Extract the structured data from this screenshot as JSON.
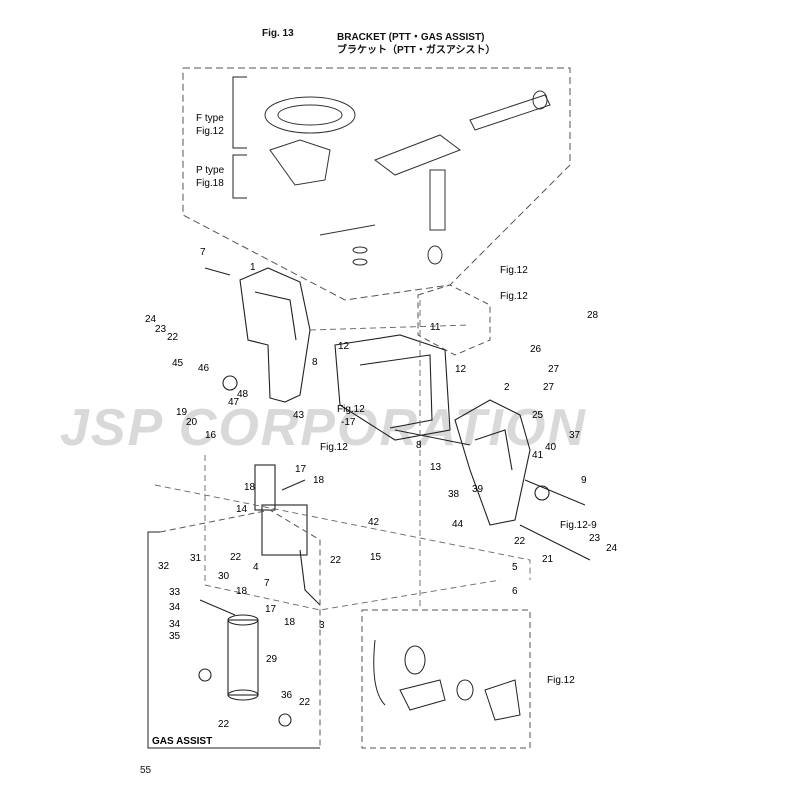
{
  "header": {
    "fig_number": "Fig. 13",
    "title": "BRACKET (PTT・GAS ASSIST)",
    "subtitle": "ブラケット（PTT・ガスアシスト）"
  },
  "side_labels": {
    "f_type": "F type",
    "f_type_ref": "Fig.12",
    "p_type": "P type",
    "p_type_ref": "Fig.18"
  },
  "fig_refs": [
    "Fig.12",
    "Fig.12",
    "Fig.12",
    "-17",
    "Fig.12",
    "Fig.12-9",
    "Fig.12"
  ],
  "callouts": [
    "7",
    "1",
    "24",
    "23",
    "22",
    "45",
    "46",
    "47",
    "48",
    "19",
    "20",
    "16",
    "8",
    "12",
    "11",
    "12",
    "43",
    "8",
    "18",
    "17",
    "18",
    "14",
    "22",
    "4",
    "7",
    "15",
    "22",
    "3",
    "42",
    "13",
    "38",
    "39",
    "44",
    "5",
    "6",
    "2",
    "26",
    "27",
    "27",
    "25",
    "40",
    "37",
    "41",
    "9",
    "28",
    "22",
    "21",
    "23",
    "24",
    "32",
    "31",
    "30",
    "33",
    "34",
    "18",
    "17",
    "18",
    "29",
    "34",
    "35",
    "36",
    "22",
    "22"
  ],
  "section_label": "GAS ASSIST",
  "watermark": "JSP CORPORATION",
  "page_number": "55"
}
